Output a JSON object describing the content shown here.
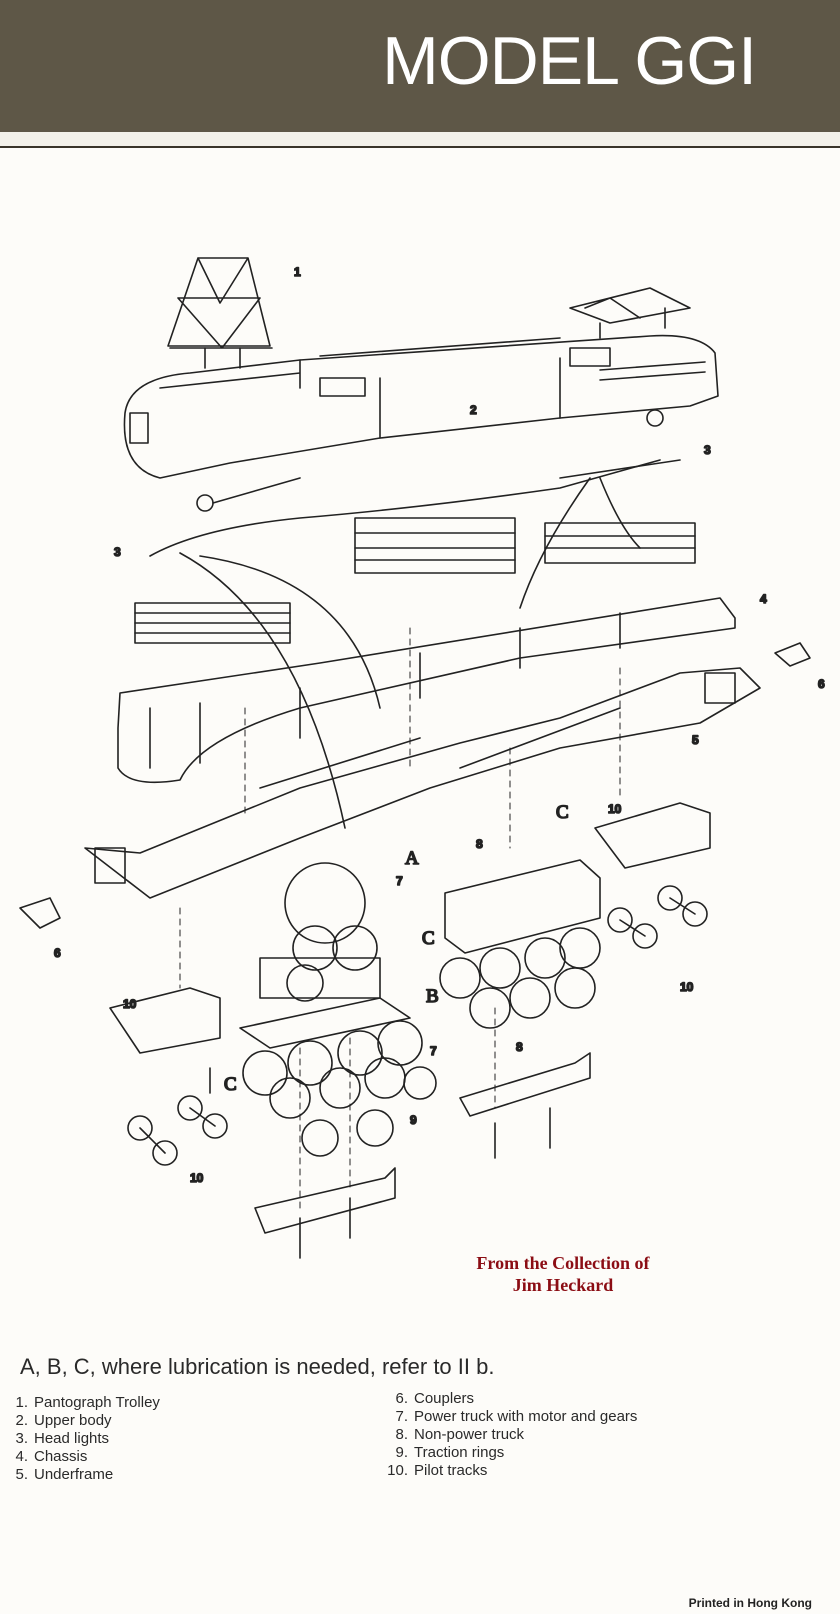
{
  "header": {
    "title": "MODEL GGI"
  },
  "diagram": {
    "part_labels": [
      "1",
      "2",
      "3",
      "3",
      "4",
      "5",
      "6",
      "6",
      "7",
      "7",
      "8",
      "8",
      "9",
      "10",
      "10",
      "10",
      "10"
    ],
    "lube_points": [
      "A",
      "B",
      "C",
      "C",
      "C"
    ]
  },
  "credit": {
    "line1": "From the Collection of",
    "line2": "Jim  Heckard"
  },
  "note": "A, B, C, where lubrication is needed, refer to II b.",
  "legend": {
    "left": [
      {
        "num": "1.",
        "text": "Pantograph Trolley"
      },
      {
        "num": "2.",
        "text": "Upper body"
      },
      {
        "num": "3.",
        "text": "Head lights"
      },
      {
        "num": "4.",
        "text": "Chassis"
      },
      {
        "num": "5.",
        "text": "Underframe"
      }
    ],
    "right": [
      {
        "num": "6.",
        "text": "Couplers"
      },
      {
        "num": "7.",
        "text": "Power truck with motor and gears"
      },
      {
        "num": "8.",
        "text": "Non-power truck"
      },
      {
        "num": "9.",
        "text": "Traction rings"
      },
      {
        "num": "10.",
        "text": "Pilot tracks"
      }
    ]
  },
  "footer": {
    "printed": "Printed in Hong Kong"
  },
  "colors": {
    "header_bg": "#5e5747",
    "credit": "#8b0d14"
  }
}
